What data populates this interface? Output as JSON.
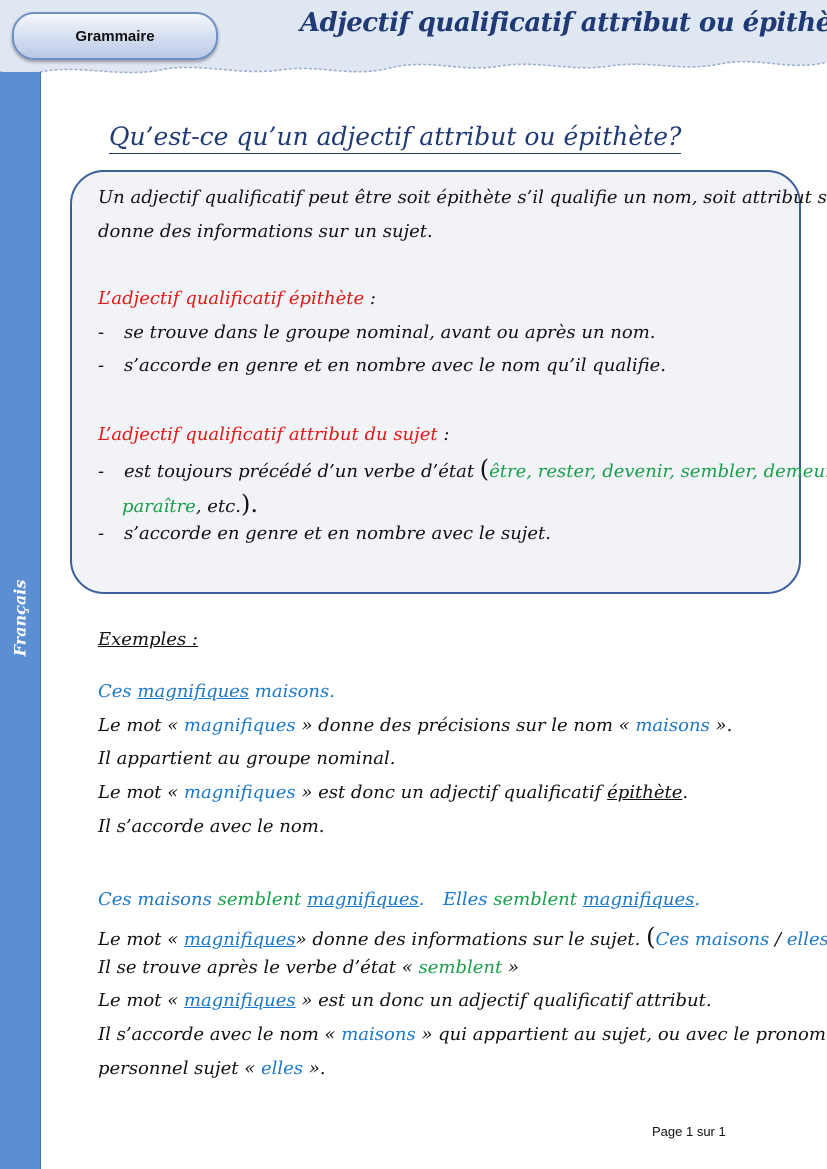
{
  "header": {
    "badge": "Grammaire",
    "title": "Adjectif qualificatif attribut ou épithète"
  },
  "sidebar": {
    "label": "Français"
  },
  "section": {
    "heading": "Qu’est-ce qu’un adjectif attribut ou épithète?"
  },
  "rule": {
    "intro_1": "Un adjectif qualificatif peut être soit épithète s’il qualifie un nom, soit attribut s’il",
    "intro_2": "donne des informations sur un sujet.",
    "epithete_title": "L’adjectif qualificatif épithète",
    "epithete_colon": " :",
    "epithete_points": [
      "se trouve dans le groupe nominal, avant ou après un nom.",
      "s’accorde en genre et en nombre avec le nom qu’il qualifie."
    ],
    "attribut_title": "L’adjectif qualificatif attribut du sujet",
    "attribut_colon": " :",
    "attribut_point1_a": "est toujours précédé d’un verbe d’état ",
    "paren_open": "(",
    "verbs_line1": "être, rester, devenir,  sembler, demeurer,",
    "verbs_line2": "paraître",
    "etc": ", etc.",
    "paren_close": ").",
    "attribut_point2": "s’accorde en genre et en nombre avec le sujet."
  },
  "examples": {
    "heading": "Exemples :",
    "ex1": {
      "phrase_a": "Ces ",
      "phrase_adj": "magnifiques",
      "phrase_b": " maisons.",
      "l1_a": "Le mot « ",
      "l1_adj": "magnifiques",
      "l1_b": " » donne des précisions sur le nom « ",
      "l1_noun": "maisons",
      "l1_c": " ».",
      "l2": "Il appartient au groupe nominal.",
      "l3_a": "Le mot « ",
      "l3_adj": "magnifiques",
      "l3_b": " » est donc un adjectif qualificatif ",
      "l3_term": "épithète",
      "l3_c": ".",
      "l4": "Il s’accorde avec le nom."
    },
    "ex2": {
      "p1_a": "Ces maisons ",
      "p1_verb": "semblent",
      "p1_adj": "magnifiques",
      "p1_end": ".",
      "p2_a": "Elles ",
      "p2_verb": "semblent",
      "p2_adj": "magnifiques",
      "p2_end": ".",
      "l1_a": "Le mot « ",
      "l1_adj": "magnifiques",
      "l1_b": "» donne des informations sur le sujet. ",
      "l1_s1": "Ces maisons",
      "l1_sep": " / ",
      "l1_s2": "elles",
      "l2_a": "Il se trouve après le verbe d’état « ",
      "l2_verb": "semblent",
      "l2_b": " »",
      "l3_a": "Le mot « ",
      "l3_adj": "magnifiques",
      "l3_b": " » est un donc un adjectif qualificatif attribut.",
      "l4_a": "Il s’accorde avec le nom « ",
      "l4_noun": "maisons",
      "l4_b": " » qui appartient au sujet, ou avec le pronom",
      "l5_a": "personnel sujet « ",
      "l5_pron": "elles",
      "l5_b": " »."
    }
  },
  "footer": {
    "page": "Page 1 sur 1"
  },
  "colors": {
    "sidebar": "#5b8fd1",
    "title": "#1f3a74",
    "red": "#e01818",
    "green": "#1a9e4b",
    "blue": "#1b78c8"
  }
}
